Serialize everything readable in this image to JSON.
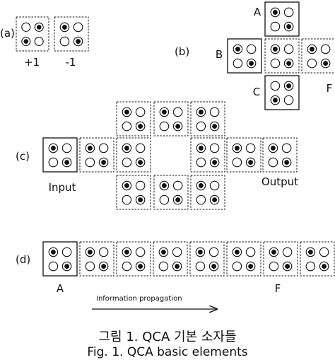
{
  "panels": {
    "a": {
      "tag": "(a)",
      "cells": [
        {
          "label": "+1",
          "dots": [
            0,
            1,
            1,
            0
          ]
        },
        {
          "label": "-1",
          "dots": [
            1,
            0,
            0,
            1
          ]
        }
      ]
    },
    "b": {
      "tag": "(b)",
      "labels": {
        "a": "A",
        "b": "B",
        "c": "C",
        "f": "F"
      },
      "cells": [
        {
          "role": "input-a",
          "dots": [
            1,
            0,
            0,
            1
          ]
        },
        {
          "role": "input-b",
          "dots": [
            1,
            0,
            0,
            1
          ]
        },
        {
          "role": "device",
          "dots": [
            1,
            0,
            0,
            1
          ]
        },
        {
          "role": "output-f",
          "dots": [
            1,
            0,
            0,
            1
          ]
        },
        {
          "role": "input-c",
          "dots": [
            0,
            1,
            1,
            0
          ]
        }
      ]
    },
    "c": {
      "tag": "(c)",
      "input_label": "Input",
      "output_label": "Output",
      "dots_pattern": [
        1,
        0,
        0,
        1
      ]
    },
    "d": {
      "tag": "(d)",
      "label_start": "A",
      "label_end": "F",
      "propagation_label": "Information propagation",
      "cell_count": 8,
      "dots_pattern": [
        1,
        0,
        0,
        1
      ]
    }
  },
  "caption": {
    "korean": "그림 1. QCA 기본 소자들",
    "english": "Fig. 1. QCA basic elements"
  },
  "colors": {
    "stroke": "#111111",
    "dot_fill": "#111111",
    "background": "#ffffff"
  }
}
